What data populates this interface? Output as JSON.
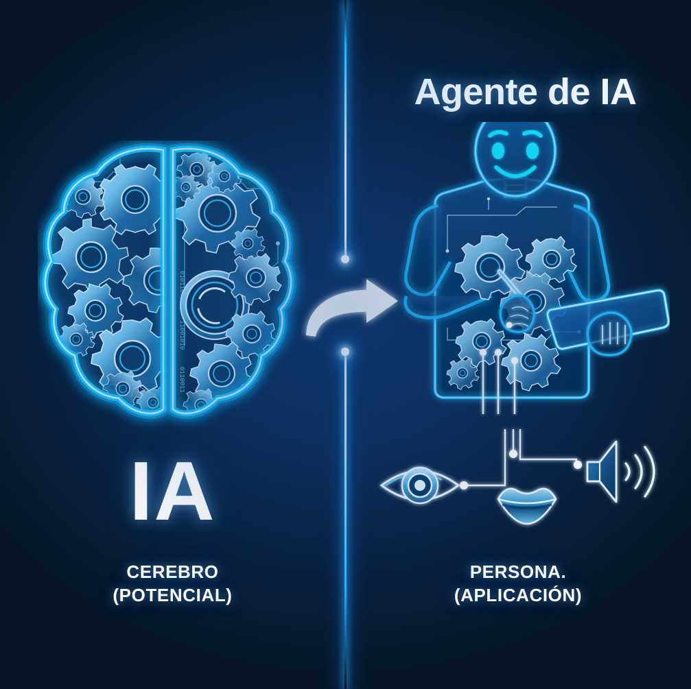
{
  "meta": {
    "kind": "infographic",
    "language": "es",
    "background_color": "#0a2045",
    "accent_color": "#29b6ff",
    "glow_color": "#00d4ff",
    "text_color": "#ffffff"
  },
  "header": {
    "title": "Agente de IA"
  },
  "left_panel": {
    "symbol": "IA",
    "caption_line1": "CEREBRO",
    "caption_line2": "(POTENCIAL)",
    "graphic_name": "brain-with-gears",
    "graphic_description": "Glowing blue brain split into two lobes filled with mechanical gears"
  },
  "right_panel": {
    "caption_line1": "PERSONA.",
    "caption_line2": "(APLICACIÓN)",
    "graphic_name": "ai-agent-robot",
    "graphic_description": "Glowing outlined humanoid robot holding a tablet with a stylus, gears inside torso"
  },
  "center": {
    "arrow_name": "curved-right-arrow",
    "divider_name": "vertical-glow-divider",
    "divider_nodes": 2
  },
  "capability_icons": [
    {
      "name": "eye-icon",
      "label": "vision"
    },
    {
      "name": "mouth-icon",
      "label": "speech"
    },
    {
      "name": "speaker-icon",
      "label": "audio"
    }
  ]
}
